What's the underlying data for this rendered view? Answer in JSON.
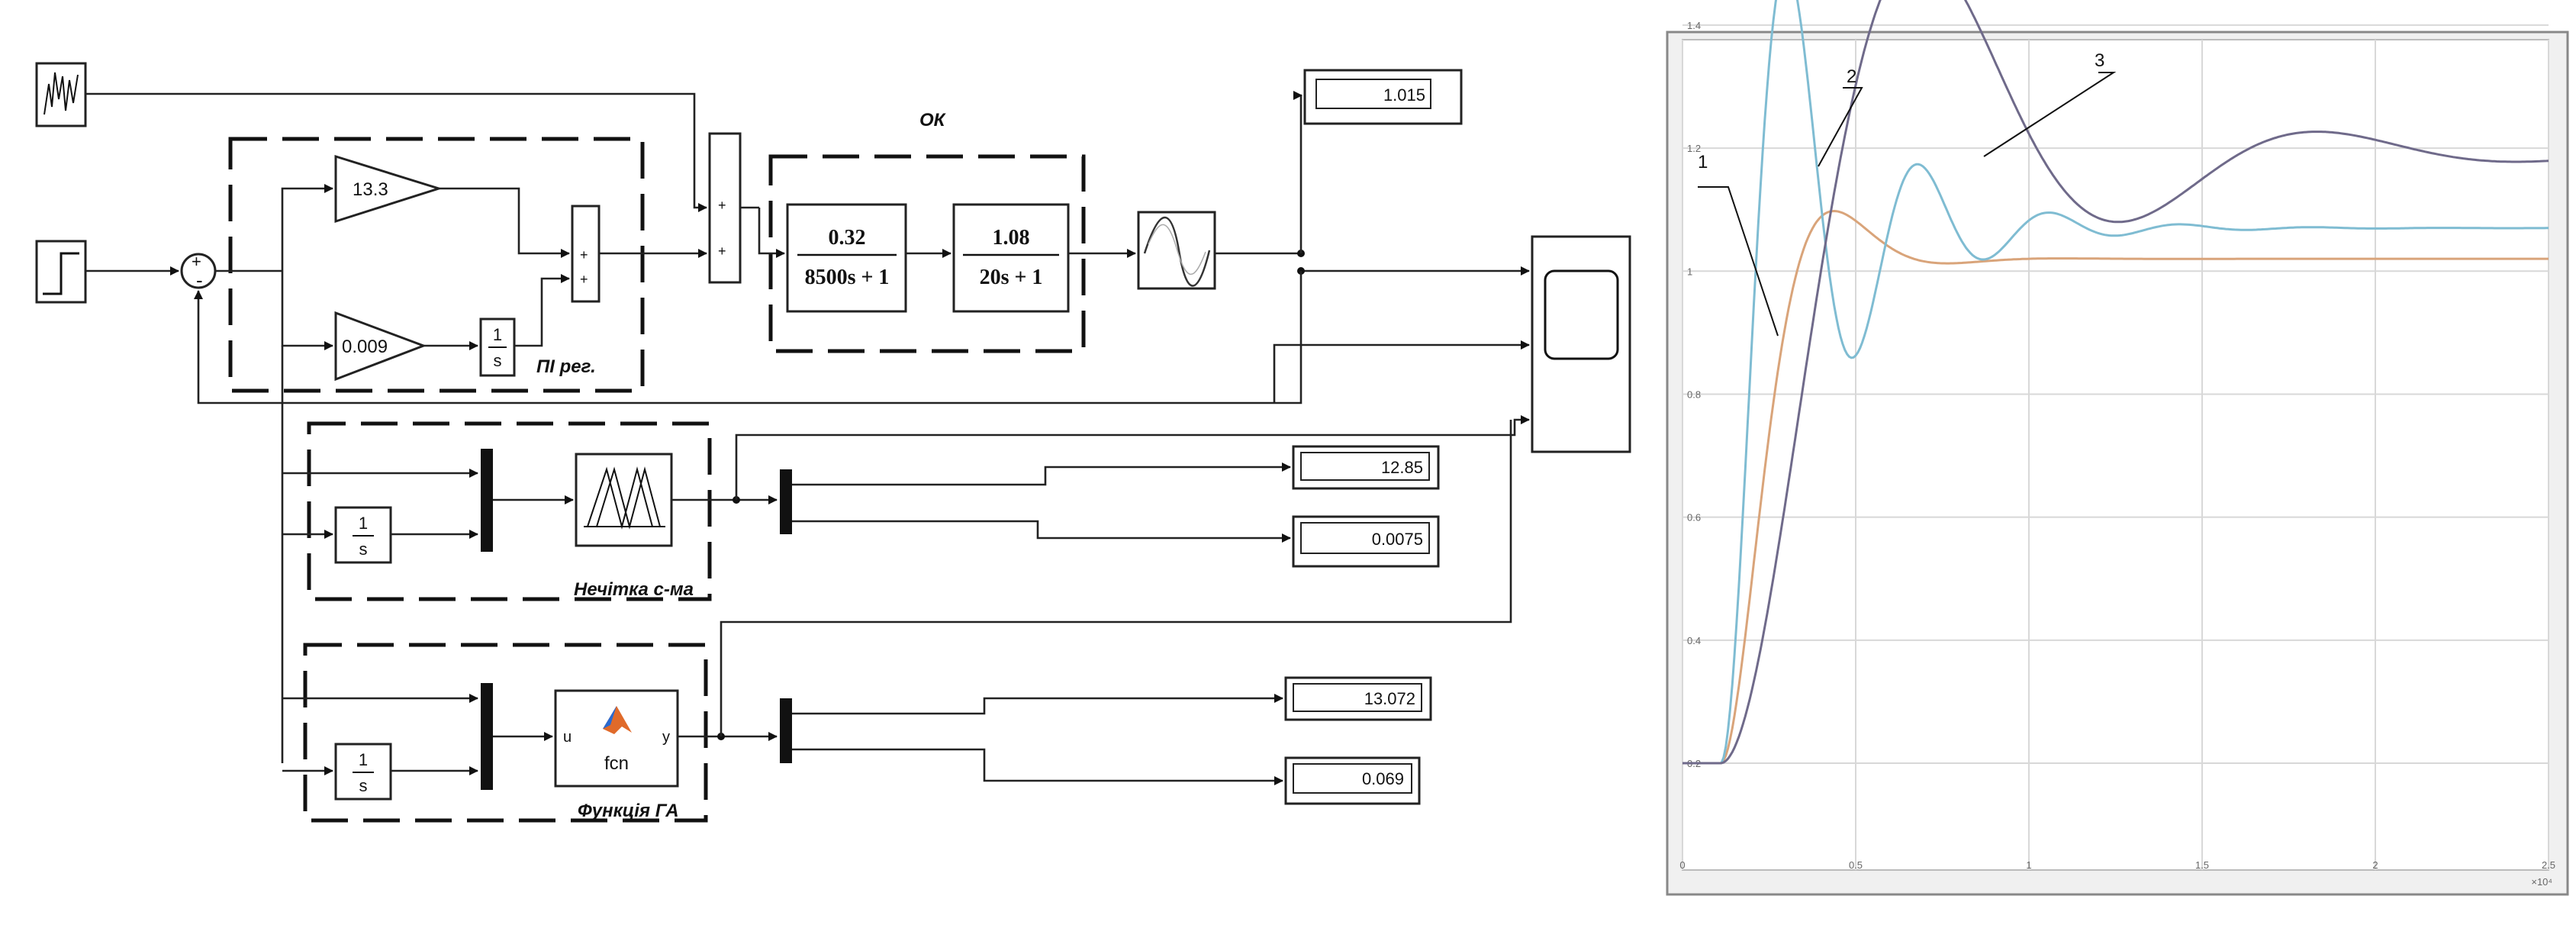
{
  "diagram": {
    "gain_p": "13.3",
    "gain_i": "0.009",
    "int_num": "1",
    "int_den": "s",
    "ok_label": "ОК",
    "tf1_num": "0.32",
    "tf1_den": "8500s + 1",
    "tf2_num": "1.08",
    "tf2_den": "20s + 1",
    "pi_label": "ПІ рег.",
    "fuzzy_label": "Нечітка с-ма",
    "ga_label": "Функція ГА",
    "fcn_label": "fcn",
    "fcn_in": "u",
    "fcn_out": "y",
    "sum_plus": "+",
    "sum_minus": "-",
    "display_out": "1.015",
    "display_fuzzy_1": "12.85",
    "display_fuzzy_2": "0.0075",
    "display_ga_1": "13.072",
    "display_ga_2": "0.069"
  },
  "scope": {
    "curve_labels": [
      "1",
      "2",
      "3"
    ],
    "y_ticks": [
      "1.4",
      "1.2",
      "1",
      "0.8",
      "0.6",
      "0.4",
      "0.2"
    ],
    "x_ticks": [
      "0",
      "0.5",
      "1",
      "1.5",
      "2",
      "2.5"
    ],
    "x_exponent": "×10⁴",
    "colors": {
      "curve1": "#d9a47a",
      "curve2": "#7fbcd2",
      "curve3": "#6f6a8a",
      "grid": "#d8d8d8"
    }
  }
}
